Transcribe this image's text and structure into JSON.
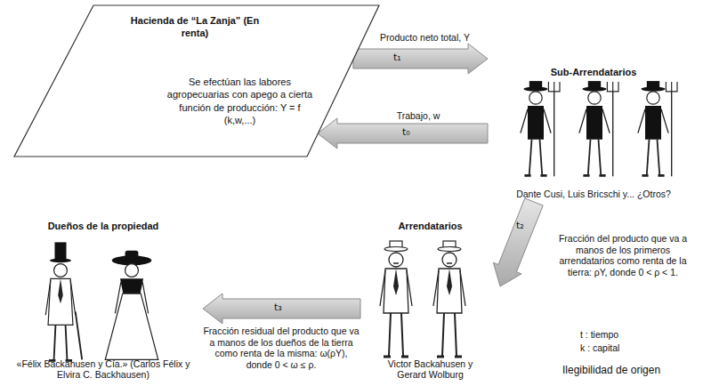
{
  "diagram": {
    "nodes": [
      {
        "text": [
          "Hacienda de “La Zanja” (En renta)",
          "Se efectúan las labores agropecuarias con apego a cierta función de producción: Y = f (k,w,...)"
        ]
      },
      {
        "text": [
          "Sub-Arrendatarios",
          "Dante Cusi, Luis Bricschi y... ¿Otros?"
        ]
      },
      {
        "text": [
          "Arrendatarios",
          "Victor Backahusen y Gerard Wolburg"
        ]
      },
      {
        "text": [
          "Dueños de la propiedad",
          "«Félix Backahusen y Cía.» (Carlos Félix y Elvira C. Backhausen)"
        ]
      }
    ],
    "edges": [
      {
        "from": 0,
        "to": 1,
        "arrow": "to",
        "label": "Producto neto total, Y"
      },
      {
        "from": 1,
        "to": 0,
        "arrow": "to",
        "label": "Trabajo, w"
      },
      {
        "from": 1,
        "to": 2,
        "arrow": "to",
        "label": "Fracción del producto que va a manos de los primeros arrendatarios como renta de la tierra: ρY, donde 0 < ρ < 1."
      },
      {
        "from": 2,
        "to": 3,
        "arrow": "to",
        "label": "Fracción residual del producto que va a manos de los dueños de la tierra como renta de la misma: ω(ρY), donde 0 < ω ≤ ρ."
      }
    ],
    "labels": [
      "t₁",
      "t₀",
      "t₂",
      "t₃",
      "t : tiempo",
      "k : capital",
      "Ilegibilidad de origen"
    ]
  }
}
